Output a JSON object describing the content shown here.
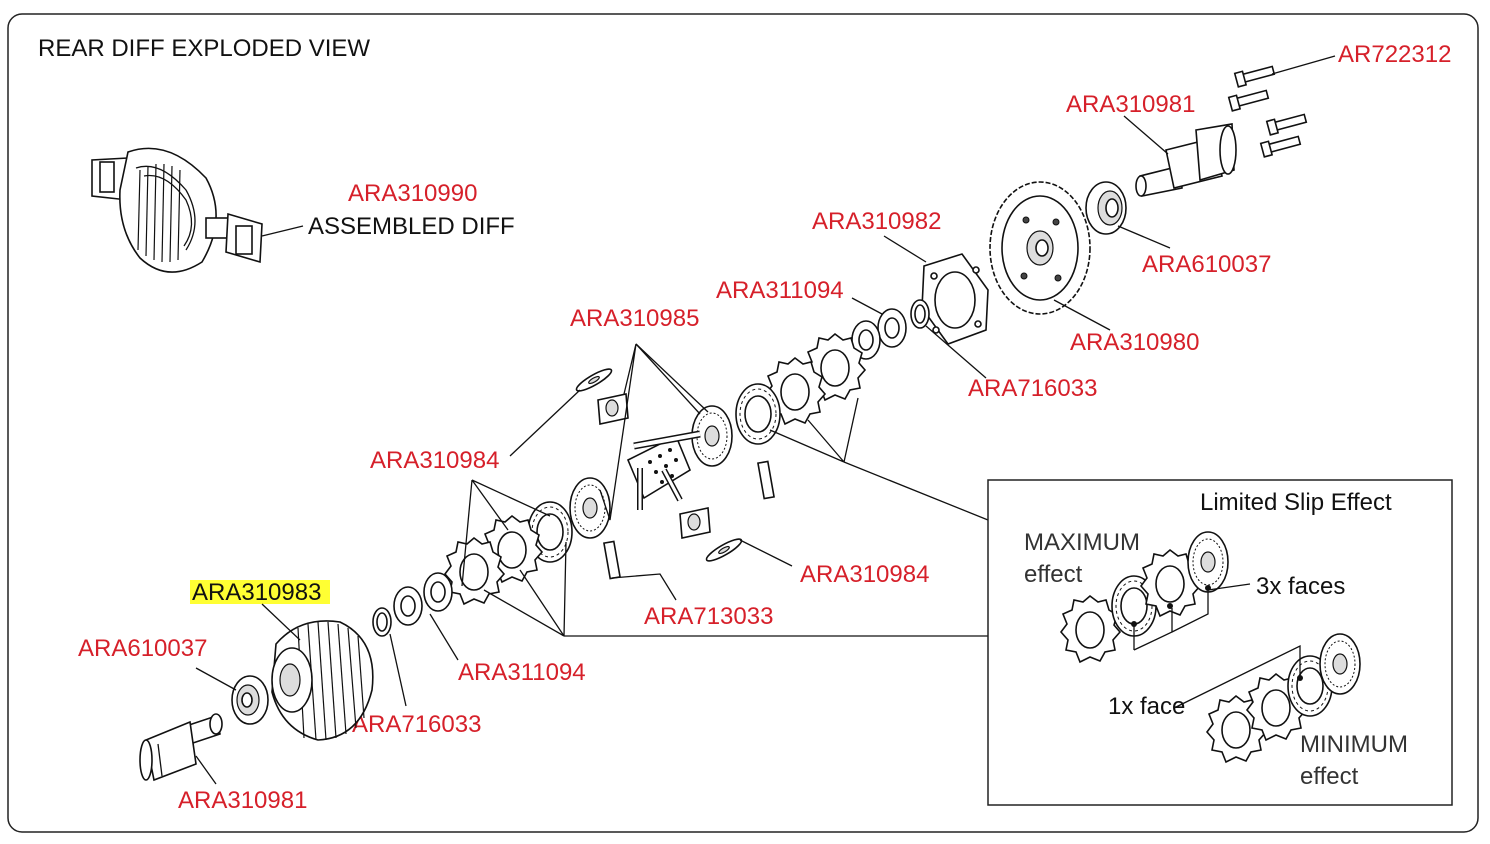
{
  "title": "REAR DIFF EXPLODED VIEW",
  "colors": {
    "part_label": "#d6202a",
    "highlight": "#ffff33",
    "outline": "#111111"
  },
  "labels": {
    "ar722312": "AR722312",
    "ara310981_top": "ARA310981",
    "ara310990": "ARA310990",
    "assembled_diff": "ASSEMBLED DIFF",
    "ara310982": "ARA310982",
    "ara610037_top": "ARA610037",
    "ara311094_top": "ARA311094",
    "ara310985": "ARA310985",
    "ara310980": "ARA310980",
    "ara716033_top": "ARA716033",
    "ara310984_left": "ARA310984",
    "ara310984_right": "ARA310984",
    "ara713033": "ARA713033",
    "ara310983": "ARA310983",
    "ara610037_bottom": "ARA610037",
    "ara311094_bottom": "ARA311094",
    "ara716033_bottom": "ARA716033",
    "ara310981_bottom": "ARA310981"
  },
  "inset": {
    "title": "Limited Slip Effect",
    "max_line1": "MAXIMUM",
    "max_line2": "effect",
    "three_faces": "3x faces",
    "one_face": "1x face",
    "min_line1": "MINIMUM",
    "min_line2": "effect"
  }
}
